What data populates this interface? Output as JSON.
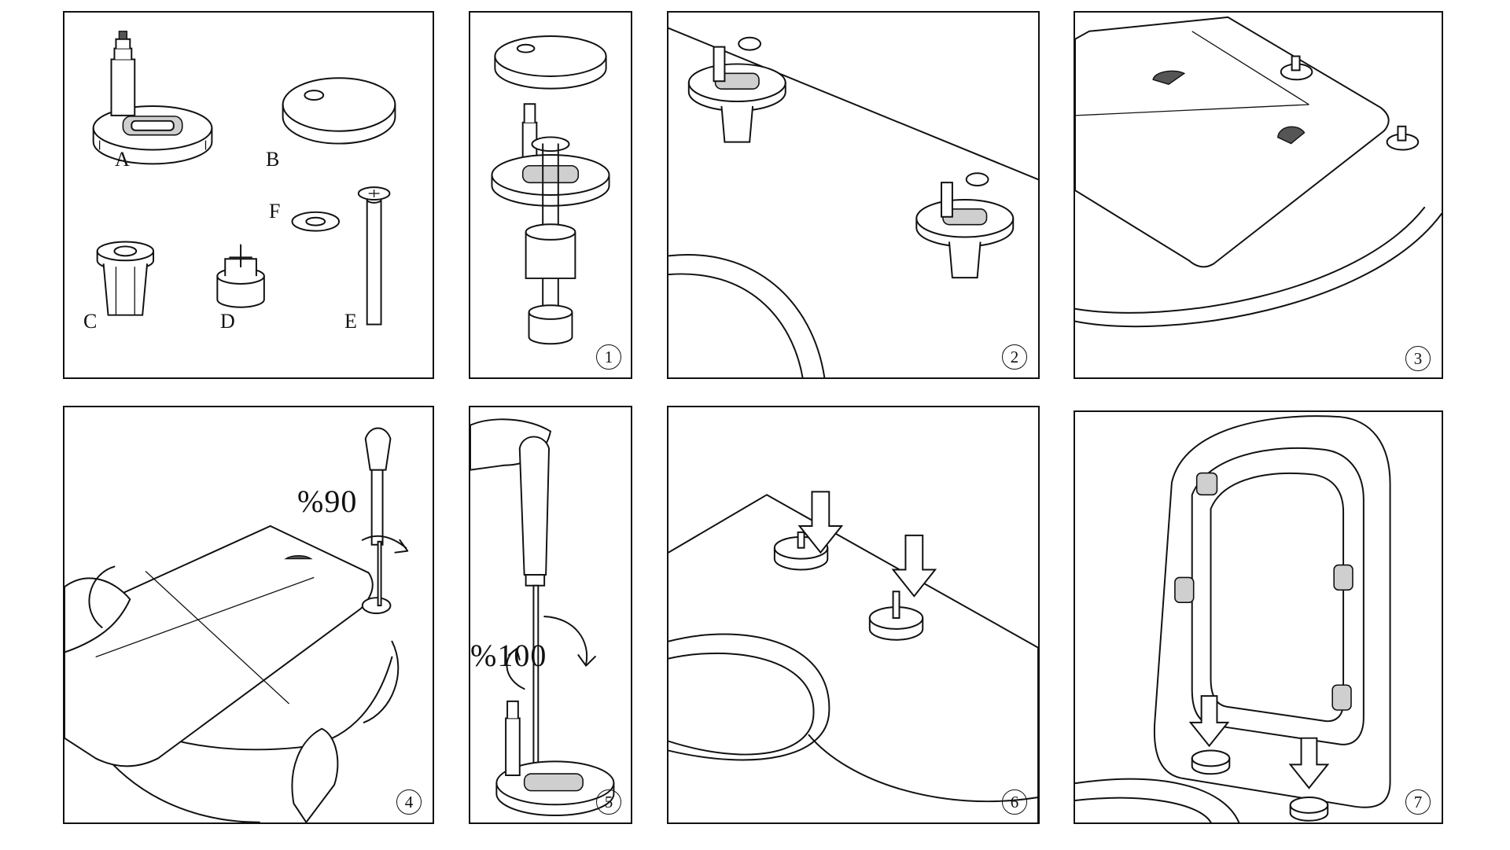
{
  "parts": [
    {
      "id": "A",
      "label": "A"
    },
    {
      "id": "B",
      "label": "B"
    },
    {
      "id": "C",
      "label": "C"
    },
    {
      "id": "D",
      "label": "D"
    },
    {
      "id": "E",
      "label": "E"
    },
    {
      "id": "F",
      "label": "F"
    }
  ],
  "steps": [
    {
      "number": "1"
    },
    {
      "number": "2"
    },
    {
      "number": "3"
    },
    {
      "number": "4",
      "rotation_label": "%90"
    },
    {
      "number": "5",
      "rotation_label": "%100"
    },
    {
      "number": "6"
    },
    {
      "number": "7"
    }
  ]
}
